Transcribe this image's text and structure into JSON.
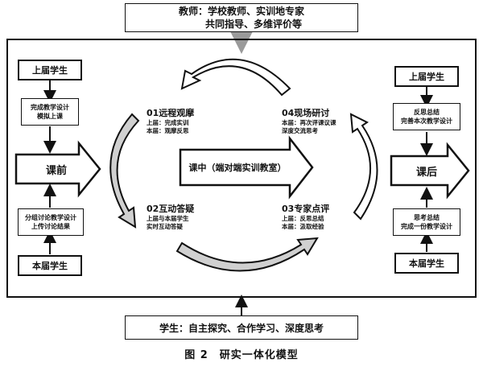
{
  "teacher_box": {
    "line1": "教师：学校教师、实训地专家",
    "line2": "共同指导、多维评价等"
  },
  "student_box": "学生：自主探究、合作学习、深度思考",
  "left": {
    "top_label": "上届学生",
    "top_note_line1": "完成教学设计",
    "top_note_line2": "模拟上课",
    "arrow_label": "课前",
    "bottom_note_line1": "分组讨论教学设计",
    "bottom_note_line2": "上传讨论结果",
    "bottom_label": "本届学生"
  },
  "right": {
    "top_label": "上届学生",
    "top_note_line1": "反思总结",
    "top_note_line2": "完善本次教学设计",
    "arrow_label": "课后",
    "bottom_note_line1": "思考总结",
    "bottom_note_line2": "完成一份教学设计",
    "bottom_label": "本届学生"
  },
  "center_arrow_label": "课中（端对端实训教室）",
  "stages": [
    {
      "title": "01远程观摩",
      "detail1": "上届：完成实训",
      "detail2": "本届：观摩反思"
    },
    {
      "title": "02互动答疑",
      "detail1": "上届与本届学生",
      "detail2": "实时互动答疑"
    },
    {
      "title": "03专家点评",
      "detail1": "上届：反思总结",
      "detail2": "本届：汲取经验"
    },
    {
      "title": "04现场研讨",
      "detail1": "本届：再次评课议课",
      "detail2": "深度交流思考"
    }
  ],
  "caption": "图 2　研实一体化模型"
}
